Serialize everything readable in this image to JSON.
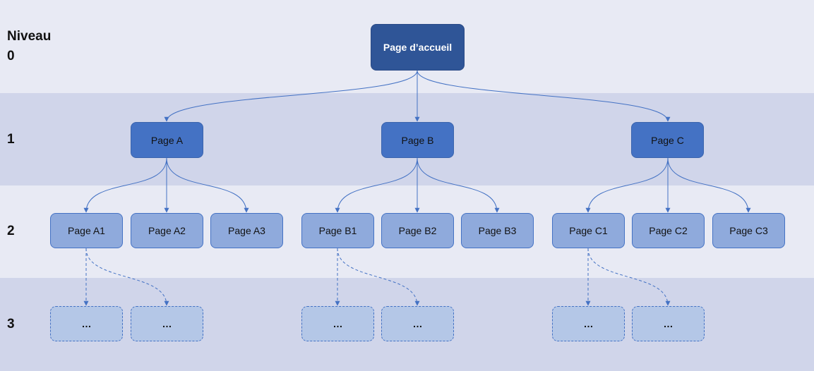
{
  "levels": {
    "level0": "Niveau\n0",
    "level1": "1",
    "level2": "2",
    "level3": "3"
  },
  "root": {
    "label": "Page d’accueil"
  },
  "level1_nodes": [
    "Page A",
    "Page B",
    "Page C"
  ],
  "level2_nodes": [
    "Page A1",
    "Page A2",
    "Page A3",
    "Page B1",
    "Page B2",
    "Page B3",
    "Page C1",
    "Page C2",
    "Page C3"
  ],
  "level3_nodes": [
    "…",
    "…",
    "…",
    "…",
    "…",
    "…"
  ],
  "colors": {
    "band_light": "#e8eaf4",
    "band_dark": "#d0d5ea",
    "root": "#2f5597",
    "level1": "#4472c4",
    "level2": "#8faadc",
    "level3": "#b4c7e7",
    "connector": "#4472c4"
  }
}
